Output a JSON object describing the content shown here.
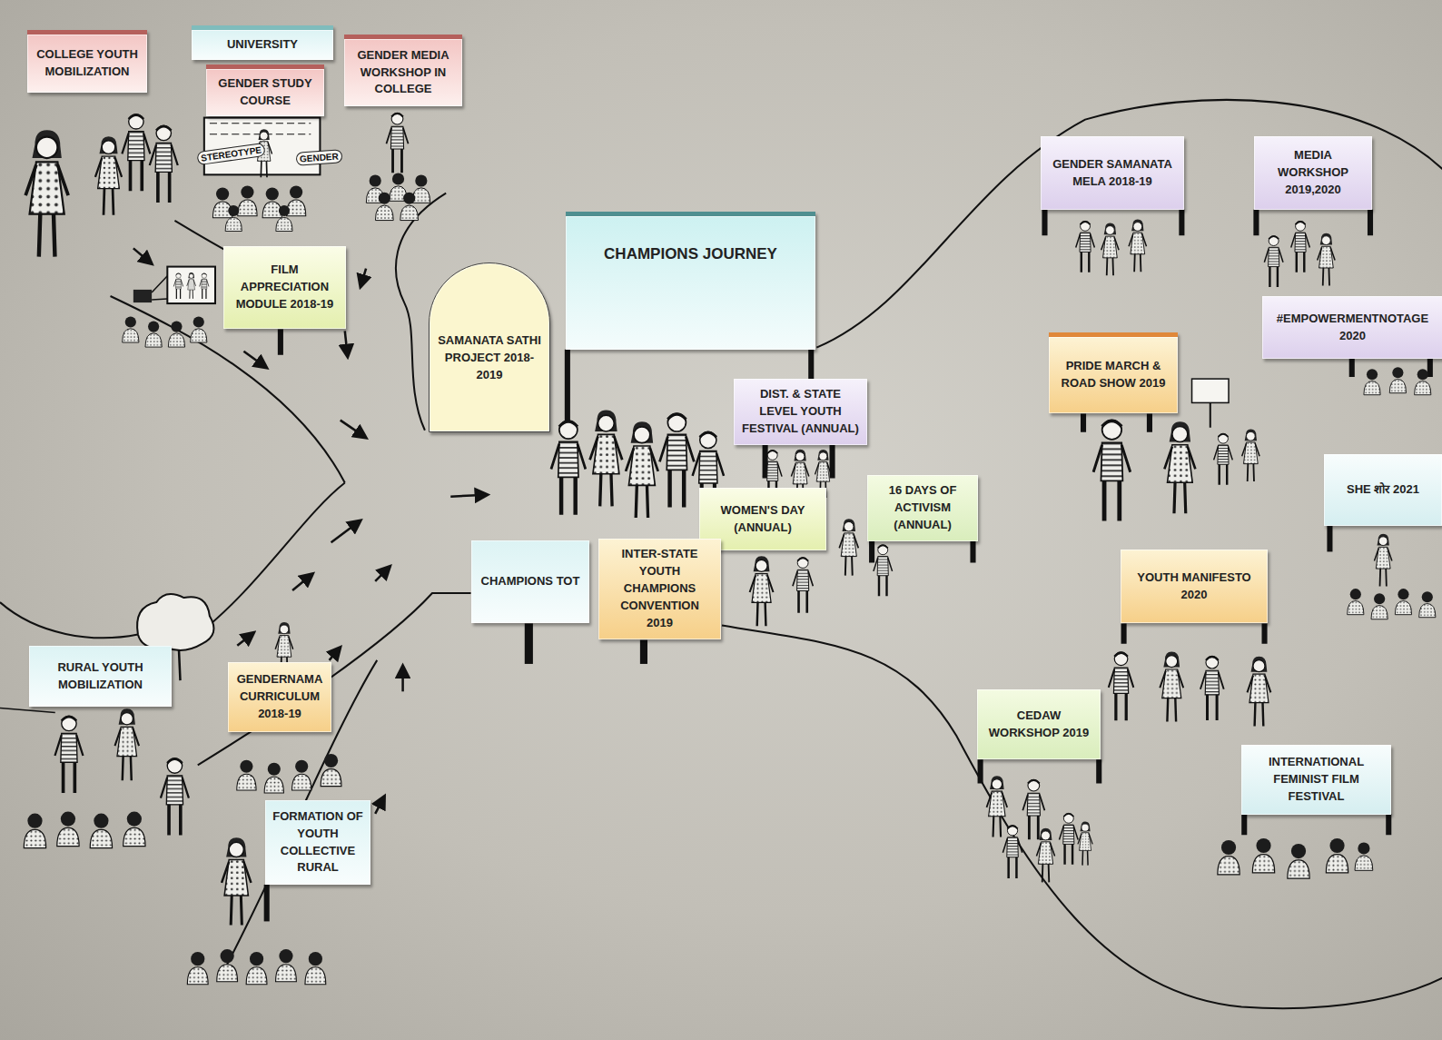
{
  "diagram": {
    "nodes": [
      {
        "text": [
          "COLLEGE YOUTH MOBILIZATION"
        ]
      },
      {
        "text": [
          "UNIVERSITY"
        ]
      },
      {
        "text": [
          "GENDER STUDY COURSE"
        ]
      },
      {
        "text": [
          "GENDER MEDIA WORKSHOP IN COLLEGE"
        ]
      },
      {
        "text": [
          "FILM APPRECIATION MODULE 2018-19"
        ]
      },
      {
        "text": [
          "SAMANATA SATHI PROJECT 2018-2019"
        ]
      },
      {
        "text": [
          "CHAMPIONS JOURNEY"
        ]
      },
      {
        "text": [
          "DIST. & STATE LEVEL YOUTH FESTIVAL (ANNUAL)"
        ]
      },
      {
        "text": [
          "WOMEN'S DAY (ANNUAL)"
        ]
      },
      {
        "text": [
          "16 DAYS OF ACTIVISM (ANNUAL)"
        ]
      },
      {
        "text": [
          "CHAMPIONS TOT"
        ]
      },
      {
        "text": [
          "INTER-STATE YOUTH CHAMPIONS CONVENTION 2019"
        ]
      },
      {
        "text": [
          "RURAL YOUTH MOBILIZATION"
        ]
      },
      {
        "text": [
          "GENDERNAMA CURRICULUM 2018-19"
        ]
      },
      {
        "text": [
          "FORMATION OF YOUTH COLLECTIVE RURAL"
        ]
      },
      {
        "text": [
          "GENDER SAMANATA MELA 2018-19"
        ]
      },
      {
        "text": [
          "MEDIA WORKSHOP 2019,2020"
        ]
      },
      {
        "text": [
          "#EMPOWERMENTNOTAGE 2020"
        ]
      },
      {
        "text": [
          "PRIDE MARCH & ROAD SHOW 2019"
        ]
      },
      {
        "text": [
          "SHE शोर 2021"
        ]
      },
      {
        "text": [
          "YOUTH MANIFESTO 2020"
        ]
      },
      {
        "text": [
          "CEDAW WORKSHOP 2019"
        ]
      },
      {
        "text": [
          "INTERNATIONAL FEMINIST FILM FESTIVAL"
        ]
      }
    ],
    "labels": [
      "STEREOTYPE",
      "GENDER"
    ]
  }
}
